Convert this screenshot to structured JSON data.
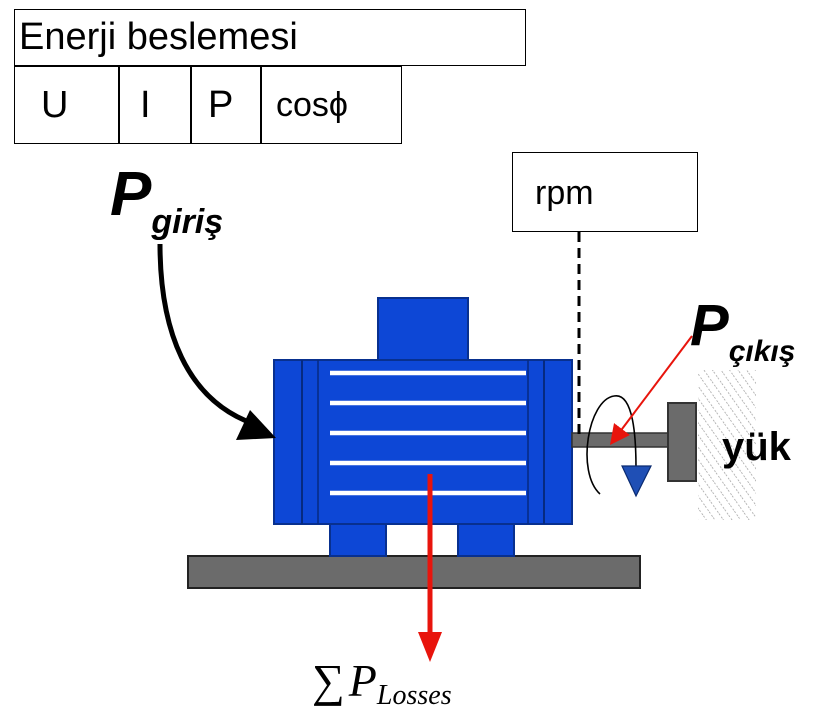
{
  "supply": {
    "title": "Enerji beslemesi",
    "measurements": [
      "U",
      "I",
      "P",
      "cosϕ"
    ]
  },
  "labels": {
    "p_symbol": "P",
    "input_sub": "giriş",
    "output_sub": "çıkış",
    "rpm": "rpm",
    "load": "yük",
    "sum_symbol": "∑",
    "losses_sub": "Losses"
  },
  "colors": {
    "motor_blue": "#0d47d6",
    "motor_dark": "#08308f",
    "base_gray": "#6b6b6b",
    "loss_arrow": "#e8140c",
    "rotation_arrow": "#1f4fb5"
  }
}
